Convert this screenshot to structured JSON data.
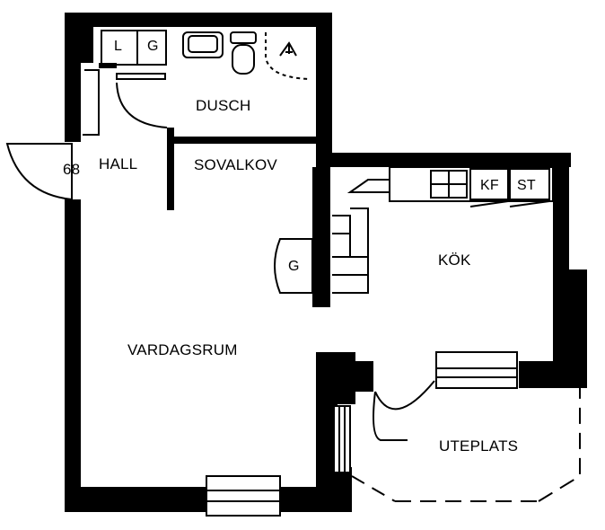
{
  "rooms": {
    "dusch": "DUSCH",
    "hall": "HALL",
    "sovalkov": "SOVALKOV",
    "kok": "KÖK",
    "vardagsrum": "VARDAGSRUM",
    "uteplats": "UTEPLATS"
  },
  "fixtures": {
    "l": "L",
    "g_top": "G",
    "kf": "KF",
    "st": "ST",
    "g_kitchen": "G"
  },
  "entrance_number": "68",
  "colors": {
    "wall": "#000000",
    "background": "#ffffff"
  }
}
